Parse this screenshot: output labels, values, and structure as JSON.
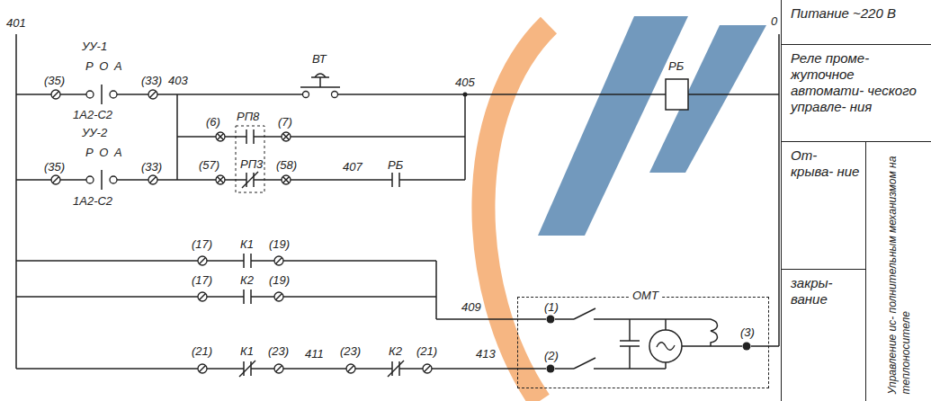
{
  "diagram": {
    "nodes": [
      {
        "text": [
          "Питание ~220 В"
        ]
      },
      {
        "text": [
          "Реле проме- жуточное автомати- ческого управле- ния"
        ]
      },
      {
        "text": [
          "От- крыва- ние"
        ]
      },
      {
        "text": [
          "Управление ис- полнительным механизмом на теплоносителе"
        ]
      },
      {
        "text": [
          "закры- вание"
        ]
      },
      {
        "text": [
          "ОМТ"
        ]
      }
    ],
    "labels": [
      "401",
      "0",
      "УУ-1",
      "Р О А",
      "(35)",
      "(33)",
      "403",
      "1А2-С2",
      "ВТ",
      "405",
      "РБ",
      "(6)",
      "РП8",
      "(7)",
      "УУ-2",
      "Р О А",
      "(35)",
      "(33)",
      "1А2-С2",
      "(57)",
      "РП3",
      "(58)",
      "407",
      "РБ",
      "(17)",
      "К1",
      "(19)",
      "(17)",
      "К2",
      "(19)",
      "409",
      "(21)",
      "К1",
      "(23)",
      "411",
      "(23)",
      "К2",
      "(21)",
      "413",
      "(1)",
      "(2)",
      "(3)"
    ]
  }
}
